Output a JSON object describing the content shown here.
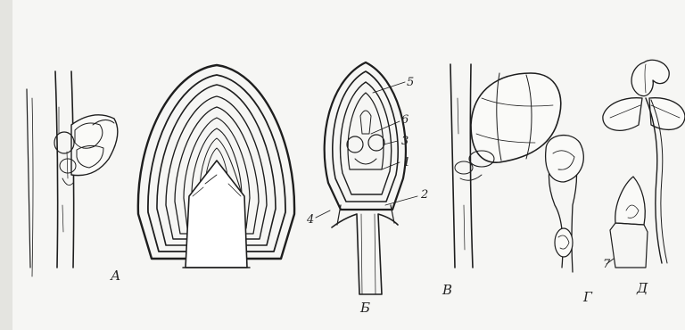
{
  "figure": {
    "panel_labels": [
      "А",
      "Б",
      "В",
      "Г",
      "Д"
    ],
    "callouts": [
      "1",
      "2",
      "3",
      "4",
      "5",
      "6",
      "7"
    ],
    "ink_color": "#1e1e1e",
    "paper_color": "#f6f6f4"
  }
}
